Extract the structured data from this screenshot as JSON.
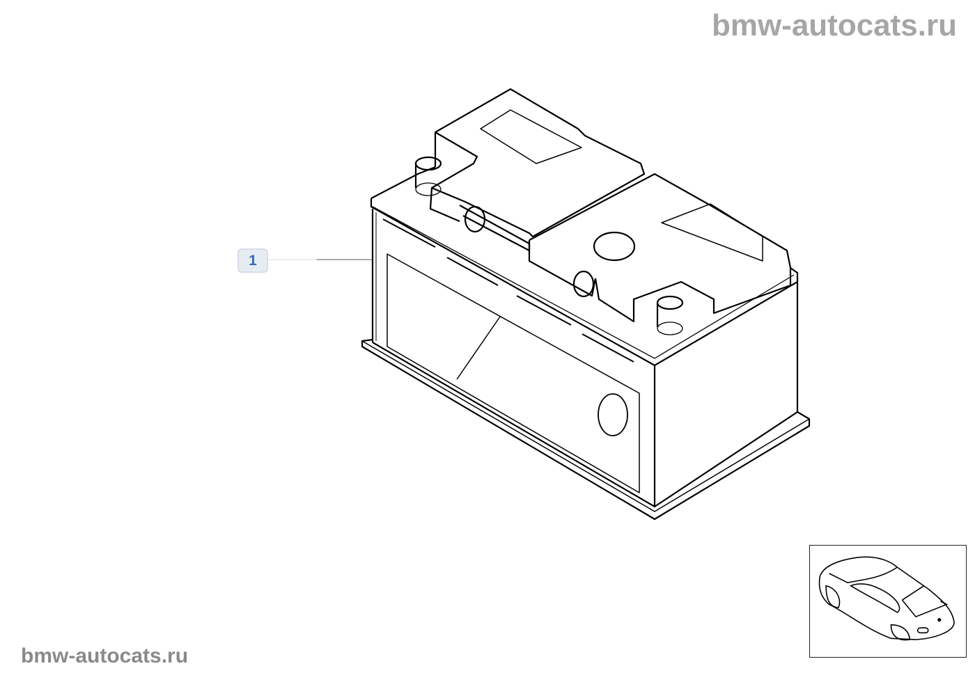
{
  "watermark": {
    "top": "bmw-autocats.ru",
    "bottom": "bmw-autocats.ru"
  },
  "callouts": [
    {
      "label": "1",
      "part": "battery"
    }
  ],
  "thumbnail": {
    "icon": "car-outline-icon"
  },
  "colors": {
    "callout_bg": "#e7ecf3",
    "callout_text": "#2f6db3",
    "watermark": "#a6a6a6"
  }
}
